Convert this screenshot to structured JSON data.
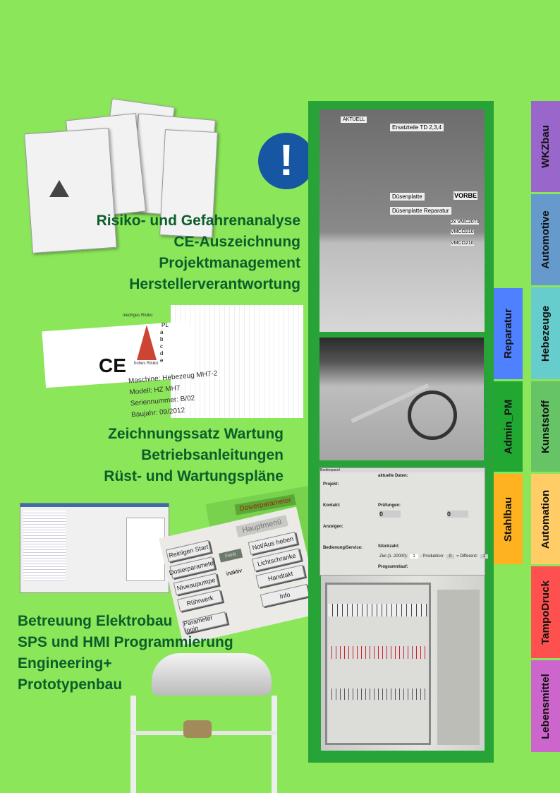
{
  "headings_1": [
    "Risiko- und Gefahrenanalyse",
    "CE-Auszeichnung",
    "Projektmanagement",
    "Herstellerverantwortung"
  ],
  "headings_2": [
    "Zeichnungssatz Wartung",
    "Betriebsanleitungen",
    "Rüst- und Wartungspläne"
  ],
  "headings_3": [
    "Betreuung Elektrobau",
    "SPS und HMI Programmierung",
    "Engineering+",
    "Prototypenbau"
  ],
  "risk_diagram": {
    "pl_header": "PL",
    "levels": [
      "a",
      "b",
      "c",
      "d",
      "e"
    ],
    "low_risk": "niedriges Risiko",
    "high_risk": "hohes Risiko",
    "ce_mark": "CE",
    "machine": "Maschine: Hebezeug MH7-2",
    "model": "Modell: HZ MH7",
    "serial": "Seriennummer: B/02",
    "year": "Baujahr: 09/2012"
  },
  "hmi": {
    "title": "Hauptmenü",
    "dosing_title": "Dosierparameter",
    "status_active": "Fehlt",
    "status_inactive": "inaktiv",
    "buttons_left": [
      "Reinigen Start",
      "Dosierparameter",
      "Niveaupumpe",
      "Rührwerk",
      "Parameter login"
    ],
    "buttons_right": [
      "Not/Aus heben",
      "Lichtschranke",
      "Handtakt",
      "Info"
    ]
  },
  "board_photo": {
    "labels": [
      "AKTUELL",
      "Ersatzteile TD 2,3,4",
      "Düsenplatte",
      "Düsenplatte Reparatur",
      "VORBE",
      "2x VMC2070",
      "VMCO210",
      "VMCO210"
    ]
  },
  "control_panel": {
    "title": "Bedienpanel",
    "sections": [
      "Projekt:",
      "Kontakt:",
      "Anzeigen:",
      "Bedienung/Service:",
      "aktuelle Daten:",
      "Prüfungen:",
      "Stückzahl:",
      "Programmlauf:"
    ],
    "goal_label": "Ziel (1..20000):",
    "goal_value": "1",
    "production_label": "- Produktion:",
    "production_value": "0",
    "difference_label": "= Differenz:",
    "difference_value": "1",
    "pruef_values": [
      "0",
      "0"
    ]
  },
  "tabs_right": [
    {
      "label": "WKZbau",
      "color": "#9966cc"
    },
    {
      "label": "Automotive",
      "color": "#6699cc"
    },
    {
      "label": "Hebezeuge",
      "color": "#66cccc"
    },
    {
      "label": "Kunststoff",
      "color": "#66c466"
    },
    {
      "label": "Automation",
      "color": "#ffcc66"
    },
    {
      "label": "TampoDruck",
      "color": "#ff5050"
    },
    {
      "label": "Lebensmittel",
      "color": "#cc66cc"
    }
  ],
  "tabs_left": [
    {
      "label": "Reparatur",
      "color": "#4f80ff"
    },
    {
      "label": "Admin_PM",
      "color": "#21a832"
    },
    {
      "label": "Stahlbau",
      "color": "#ffb21f"
    }
  ]
}
